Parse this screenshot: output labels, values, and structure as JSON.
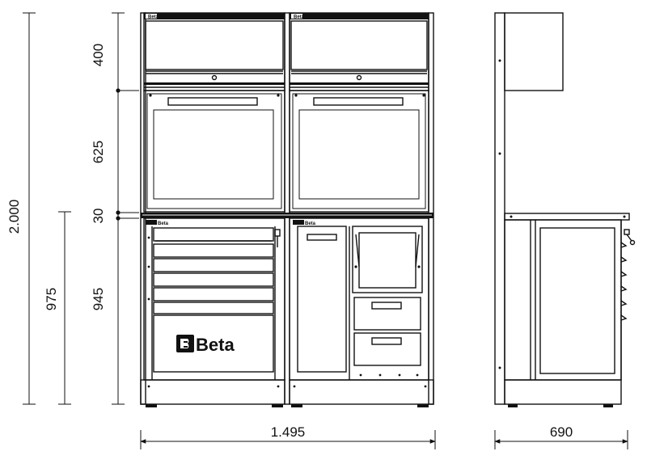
{
  "dimensions": {
    "total_height": "2.000",
    "bench_height": "975",
    "wall_cabinet": "400",
    "pegboard": "625",
    "worktop": "30",
    "base_unit": "945",
    "total_width": "1.495",
    "depth": "690"
  },
  "branding": {
    "logo_text": "Beta",
    "small_badge": "Beta"
  },
  "icons": {
    "brand_mark": "beta-logo-icon",
    "lock": "lock-icon",
    "arrowhead": "arrow-icon"
  },
  "colors": {
    "line": "#111111",
    "background": "#ffffff"
  }
}
